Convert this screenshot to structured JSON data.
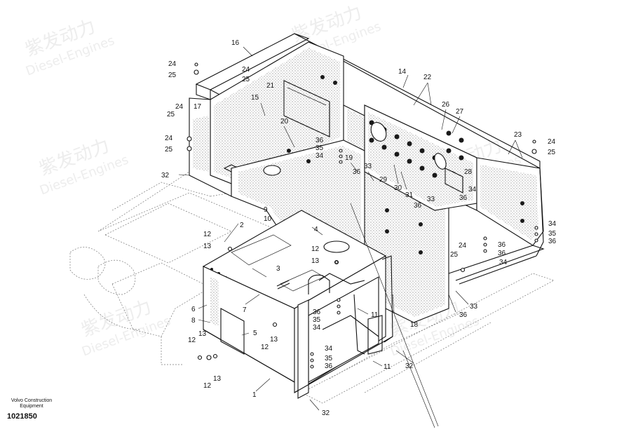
{
  "footer": {
    "brand_line1": "Volvo Construction",
    "brand_line2": "Equipment",
    "drawing_number": "1021850"
  },
  "watermark": {
    "line1": "紫发动力",
    "line2": "Diesel-Engines"
  },
  "labels": {
    "l16": "16",
    "l24a": "24",
    "l25a": "25",
    "l24b": "24",
    "l25b": "25",
    "l21": "21",
    "l14": "14",
    "l22": "22",
    "l15": "15",
    "l17": "17",
    "l24c": "24",
    "l25c": "25",
    "l24d": "24",
    "l25d": "25",
    "l20": "20",
    "l26": "26",
    "l27": "27",
    "l23": "23",
    "l24e": "24",
    "l25e": "25",
    "l36a": "36",
    "l35a": "35",
    "l34a": "34",
    "l19": "19",
    "l33a": "33",
    "l36b": "36",
    "l29": "29",
    "l28": "28",
    "l30": "30",
    "l31": "31",
    "l34b": "34",
    "l36c": "36",
    "l32a": "32",
    "l9": "9",
    "l10": "10",
    "l36d": "36",
    "l33b": "33",
    "l34c": "34",
    "l35b": "35",
    "l36e": "36",
    "l2": "2",
    "l12a": "12",
    "l4": "4",
    "l13a": "13",
    "l36f": "36",
    "l36g": "36",
    "l34d": "34",
    "l24f": "24",
    "l25f": "25",
    "l12b": "12",
    "l13b": "13",
    "l3": "3",
    "l33c": "33",
    "l36h": "36",
    "l18": "18",
    "l7": "7",
    "l6": "6",
    "l36i": "36",
    "l35c": "35",
    "l34e": "34",
    "l11a": "11",
    "l8": "8",
    "l5": "5",
    "l13c": "13",
    "l12c": "12",
    "l13d": "13",
    "l12d": "12",
    "l34f": "34",
    "l35d": "35",
    "l36j": "36",
    "l11b": "11",
    "l32b": "32",
    "l12e": "12",
    "l13e": "13",
    "l1": "1",
    "l32c": "32"
  }
}
